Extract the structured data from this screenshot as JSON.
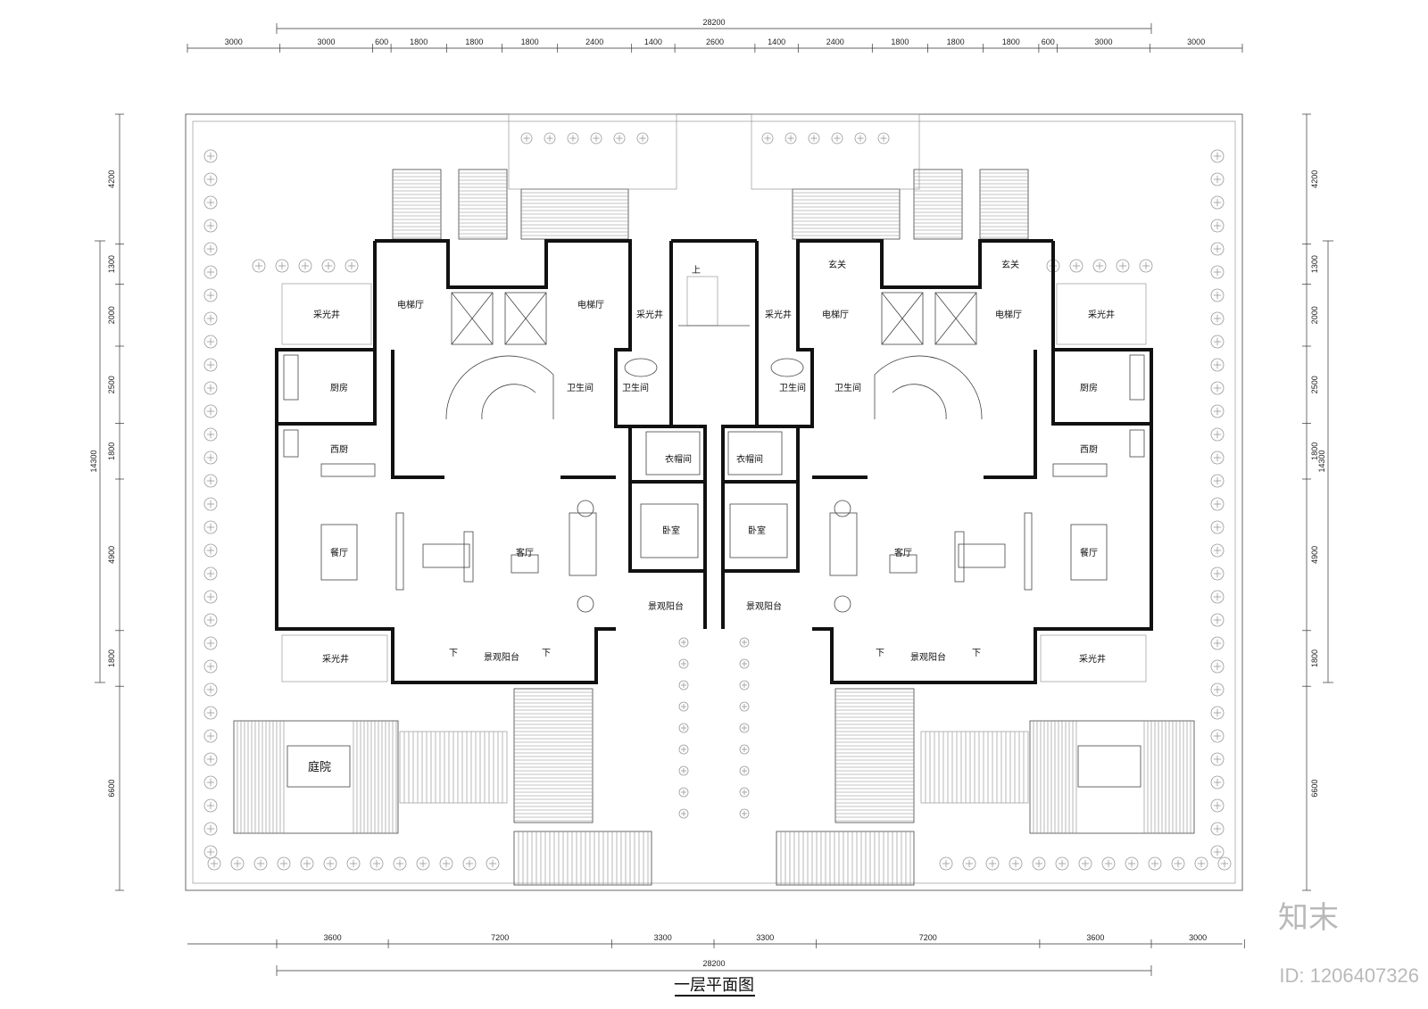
{
  "drawing": {
    "title": "一层平面图",
    "top_total": "28200",
    "bottom_total": "28200",
    "left_total": "14300",
    "right_total": "14300",
    "top_dims": [
      "3000",
      "3000",
      "600",
      "1800",
      "1800",
      "1800",
      "2400",
      "1400",
      "2600",
      "1400",
      "2400",
      "1800",
      "1800",
      "1800",
      "600",
      "3000",
      "3000"
    ],
    "bottom_dims": [
      "3600",
      "7200",
      "3300",
      "3300",
      "7200",
      "3600",
      "3000"
    ],
    "left_dims": [
      "4200",
      "1300",
      "2000",
      "2500",
      "1800",
      "4900",
      "1800",
      "6600"
    ],
    "right_dims": [
      "4200",
      "1300",
      "2000",
      "2500",
      "1800",
      "4900",
      "1800",
      "6600"
    ]
  },
  "rooms": {
    "elevator_hall": "电梯厅",
    "lightwell": "采光井",
    "kitchen": "厨房",
    "western_kitchen": "西厨",
    "dining": "餐厅",
    "living": "客厅",
    "bathroom": "卫生间",
    "closet": "衣帽间",
    "bedroom": "卧室",
    "balcony": "景观阳台",
    "foyer": "玄关",
    "courtyard": "庭院",
    "up": "上",
    "down": "下"
  },
  "watermark": {
    "logo": "知末",
    "id": "ID: 1206407326"
  }
}
